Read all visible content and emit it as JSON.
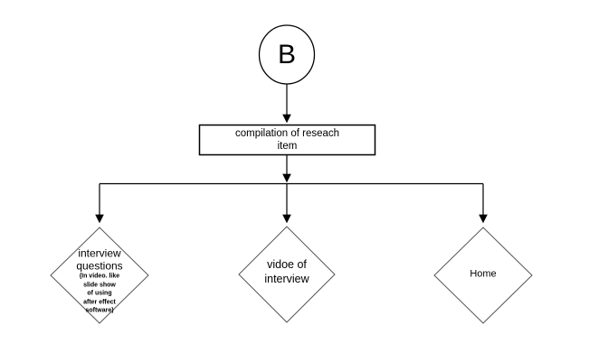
{
  "diagram": {
    "start": {
      "label": "B"
    },
    "process": {
      "lines": [
        "compilation of reseach",
        "item"
      ]
    },
    "branches": [
      {
        "id": "interview-questions",
        "title_lines": [
          "interview",
          "questions"
        ],
        "note_lines": [
          "(In video. like",
          "slide show",
          "of using",
          "after effect",
          "software)"
        ]
      },
      {
        "id": "video-of-interview",
        "title_lines": [
          "vidoe of",
          "interview"
        ],
        "note_lines": []
      },
      {
        "id": "home",
        "title_lines": [
          "Home"
        ],
        "note_lines": []
      }
    ],
    "colors": {
      "background": "#ffffff",
      "line": "#000000",
      "shape_border": "#000000",
      "diamond_border": "#555555",
      "text": "#000000"
    }
  }
}
